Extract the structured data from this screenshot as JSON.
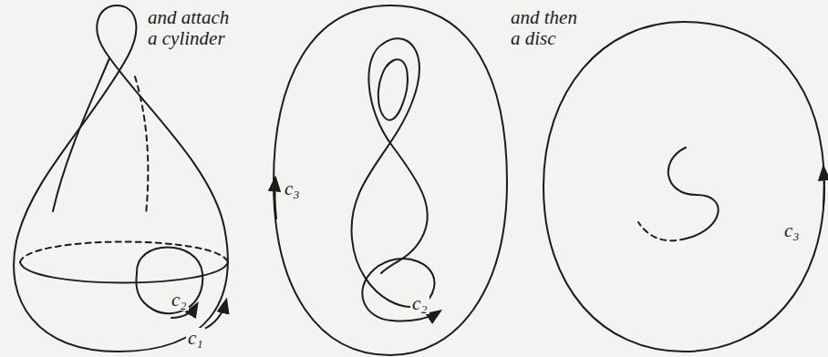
{
  "diagram": {
    "labels": [
      "and attach a cylinder",
      "and then a disc",
      "c₂",
      "c₁",
      "c₃",
      "c₂",
      "c₃"
    ]
  }
}
